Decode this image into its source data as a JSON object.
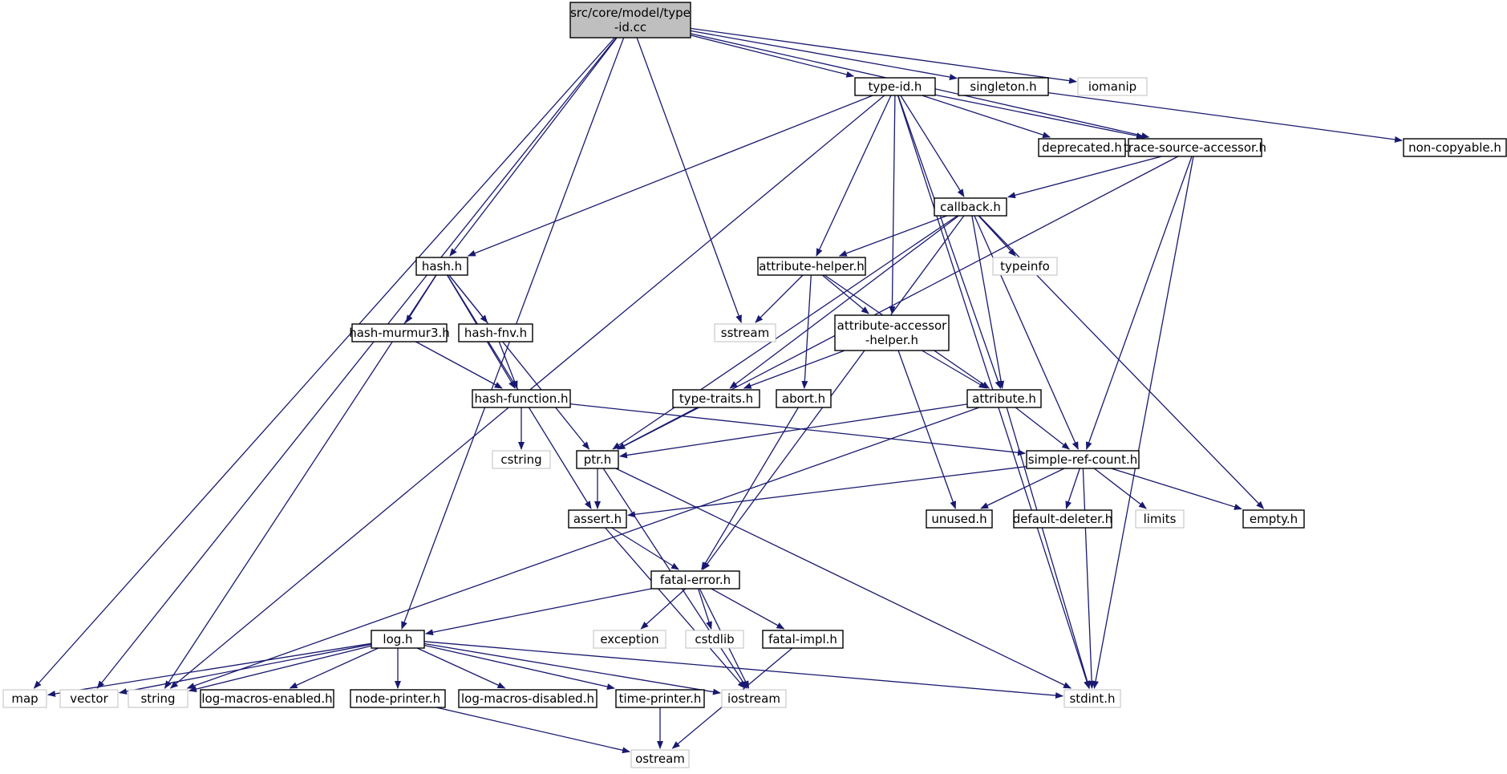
{
  "diagram": {
    "colors": {
      "edge": "#191970",
      "root_fill": "#bfbfbf",
      "node_border": "#000000",
      "external_border": "#bfbfbf",
      "background": "#ffffff"
    },
    "nodes": [
      {
        "id": "root",
        "kind": "root",
        "lines": [
          "src/core/model/type",
          "-id.cc"
        ]
      },
      {
        "id": "type-id",
        "kind": "file",
        "lines": [
          "type-id.h"
        ]
      },
      {
        "id": "singleton",
        "kind": "file",
        "lines": [
          "singleton.h"
        ]
      },
      {
        "id": "iomanip",
        "kind": "external",
        "lines": [
          "iomanip"
        ]
      },
      {
        "id": "non-copyable",
        "kind": "file",
        "lines": [
          "non-copyable.h"
        ]
      },
      {
        "id": "deprecated",
        "kind": "file",
        "lines": [
          "deprecated.h"
        ]
      },
      {
        "id": "tsa",
        "kind": "file",
        "lines": [
          "trace-source-accessor.h"
        ]
      },
      {
        "id": "callback",
        "kind": "file",
        "lines": [
          "callback.h"
        ]
      },
      {
        "id": "hash",
        "kind": "file",
        "lines": [
          "hash.h"
        ]
      },
      {
        "id": "attr-helper",
        "kind": "file",
        "lines": [
          "attribute-helper.h"
        ]
      },
      {
        "id": "typeinfo",
        "kind": "external",
        "lines": [
          "typeinfo"
        ]
      },
      {
        "id": "hash-murmur3",
        "kind": "file",
        "lines": [
          "hash-murmur3.h"
        ]
      },
      {
        "id": "hash-fnv",
        "kind": "file",
        "lines": [
          "hash-fnv.h"
        ]
      },
      {
        "id": "sstream",
        "kind": "external",
        "lines": [
          "sstream"
        ]
      },
      {
        "id": "attr-acc-helper",
        "kind": "file",
        "lines": [
          "attribute-accessor",
          "-helper.h"
        ]
      },
      {
        "id": "hash-function",
        "kind": "file",
        "lines": [
          "hash-function.h"
        ]
      },
      {
        "id": "type-traits",
        "kind": "file",
        "lines": [
          "type-traits.h"
        ]
      },
      {
        "id": "abort",
        "kind": "file",
        "lines": [
          "abort.h"
        ]
      },
      {
        "id": "attribute",
        "kind": "file",
        "lines": [
          "attribute.h"
        ]
      },
      {
        "id": "cstring",
        "kind": "external",
        "lines": [
          "cstring"
        ]
      },
      {
        "id": "ptr",
        "kind": "file",
        "lines": [
          "ptr.h"
        ]
      },
      {
        "id": "src",
        "kind": "file",
        "lines": [
          "simple-ref-count.h"
        ]
      },
      {
        "id": "assert",
        "kind": "file",
        "lines": [
          "assert.h"
        ]
      },
      {
        "id": "unused",
        "kind": "file",
        "lines": [
          "unused.h"
        ]
      },
      {
        "id": "default-deleter",
        "kind": "file",
        "lines": [
          "default-deleter.h"
        ]
      },
      {
        "id": "limits",
        "kind": "external",
        "lines": [
          "limits"
        ]
      },
      {
        "id": "empty",
        "kind": "file",
        "lines": [
          "empty.h"
        ]
      },
      {
        "id": "fatal-error",
        "kind": "file",
        "lines": [
          "fatal-error.h"
        ]
      },
      {
        "id": "exception",
        "kind": "external",
        "lines": [
          "exception"
        ]
      },
      {
        "id": "cstdlib",
        "kind": "external",
        "lines": [
          "cstdlib"
        ]
      },
      {
        "id": "fatal-impl",
        "kind": "file",
        "lines": [
          "fatal-impl.h"
        ]
      },
      {
        "id": "log",
        "kind": "file",
        "lines": [
          "log.h"
        ]
      },
      {
        "id": "map",
        "kind": "external",
        "lines": [
          "map"
        ]
      },
      {
        "id": "vector",
        "kind": "external",
        "lines": [
          "vector"
        ]
      },
      {
        "id": "string",
        "kind": "external",
        "lines": [
          "string"
        ]
      },
      {
        "id": "log-macros-enabled",
        "kind": "file",
        "lines": [
          "log-macros-enabled.h"
        ]
      },
      {
        "id": "node-printer",
        "kind": "file",
        "lines": [
          "node-printer.h"
        ]
      },
      {
        "id": "log-macros-disabled",
        "kind": "file",
        "lines": [
          "log-macros-disabled.h"
        ]
      },
      {
        "id": "time-printer",
        "kind": "file",
        "lines": [
          "time-printer.h"
        ]
      },
      {
        "id": "iostream",
        "kind": "external",
        "lines": [
          "iostream"
        ]
      },
      {
        "id": "stdint",
        "kind": "external",
        "lines": [
          "stdint.h"
        ]
      },
      {
        "id": "ostream",
        "kind": "external",
        "lines": [
          "ostream"
        ]
      }
    ],
    "edges": [
      [
        "root",
        "map"
      ],
      [
        "root",
        "vector"
      ],
      [
        "root",
        "log"
      ],
      [
        "root",
        "hash"
      ],
      [
        "root",
        "sstream"
      ],
      [
        "root",
        "type-id"
      ],
      [
        "root",
        "singleton"
      ],
      [
        "root",
        "iomanip"
      ],
      [
        "root",
        "tsa"
      ],
      [
        "type-id",
        "string"
      ],
      [
        "type-id",
        "hash"
      ],
      [
        "type-id",
        "attr-helper"
      ],
      [
        "type-id",
        "attr-acc-helper"
      ],
      [
        "type-id",
        "callback"
      ],
      [
        "type-id",
        "attribute"
      ],
      [
        "type-id",
        "deprecated"
      ],
      [
        "type-id",
        "tsa"
      ],
      [
        "type-id",
        "stdint"
      ],
      [
        "singleton",
        "non-copyable"
      ],
      [
        "tsa",
        "callback"
      ],
      [
        "tsa",
        "ptr"
      ],
      [
        "tsa",
        "src"
      ],
      [
        "tsa",
        "stdint"
      ],
      [
        "callback",
        "attr-helper"
      ],
      [
        "callback",
        "typeinfo"
      ],
      [
        "callback",
        "type-traits"
      ],
      [
        "callback",
        "ptr"
      ],
      [
        "callback",
        "fatal-error"
      ],
      [
        "callback",
        "attribute"
      ],
      [
        "callback",
        "src"
      ],
      [
        "callback",
        "empty"
      ],
      [
        "hash",
        "hash-murmur3"
      ],
      [
        "hash",
        "hash-fnv"
      ],
      [
        "hash",
        "hash-function"
      ],
      [
        "hash",
        "ptr"
      ],
      [
        "hash",
        "assert"
      ],
      [
        "hash",
        "string"
      ],
      [
        "hash-murmur3",
        "hash-function"
      ],
      [
        "hash-fnv",
        "hash-function"
      ],
      [
        "hash-function",
        "cstring"
      ],
      [
        "hash-function",
        "src"
      ],
      [
        "attr-helper",
        "sstream"
      ],
      [
        "attr-helper",
        "abort"
      ],
      [
        "attr-helper",
        "attr-acc-helper"
      ],
      [
        "attr-helper",
        "attribute"
      ],
      [
        "attr-acc-helper",
        "type-traits"
      ],
      [
        "attr-acc-helper",
        "attribute"
      ],
      [
        "attr-acc-helper",
        "unused"
      ],
      [
        "type-traits",
        "ptr"
      ],
      [
        "abort",
        "fatal-error"
      ],
      [
        "attribute",
        "ptr"
      ],
      [
        "attribute",
        "src"
      ],
      [
        "attribute",
        "string"
      ],
      [
        "attribute",
        "stdint"
      ],
      [
        "ptr",
        "assert"
      ],
      [
        "ptr",
        "iostream"
      ],
      [
        "ptr",
        "stdint"
      ],
      [
        "src",
        "assert"
      ],
      [
        "src",
        "unused"
      ],
      [
        "src",
        "default-deleter"
      ],
      [
        "src",
        "limits"
      ],
      [
        "src",
        "empty"
      ],
      [
        "src",
        "stdint"
      ],
      [
        "assert",
        "fatal-error"
      ],
      [
        "assert",
        "iostream"
      ],
      [
        "fatal-error",
        "log"
      ],
      [
        "fatal-error",
        "exception"
      ],
      [
        "fatal-error",
        "cstdlib"
      ],
      [
        "fatal-error",
        "fatal-impl"
      ],
      [
        "fatal-error",
        "iostream"
      ],
      [
        "fatal-impl",
        "ostream"
      ],
      [
        "log",
        "map"
      ],
      [
        "log",
        "vector"
      ],
      [
        "log",
        "string"
      ],
      [
        "log",
        "log-macros-enabled"
      ],
      [
        "log",
        "node-printer"
      ],
      [
        "log",
        "log-macros-disabled"
      ],
      [
        "log",
        "time-printer"
      ],
      [
        "log",
        "iostream"
      ],
      [
        "log",
        "stdint"
      ],
      [
        "node-printer",
        "ostream"
      ],
      [
        "time-printer",
        "ostream"
      ]
    ]
  }
}
